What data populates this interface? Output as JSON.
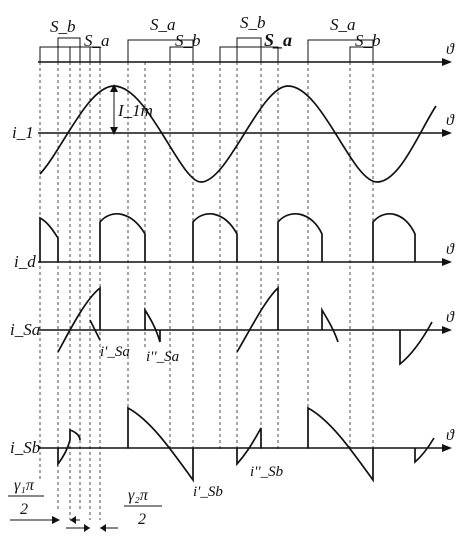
{
  "labels": {
    "gate_sb_1": "S_b",
    "gate_sa_1": "S_a",
    "gate_sa_2": "S_a",
    "gate_sb_2": "S_b",
    "gate_sb_3": "S_b",
    "gate_sa_3": "S_a",
    "gate_sa_4": "S_a",
    "gate_sb_4": "S_b",
    "theta": "ϑ",
    "i1": "i_1",
    "i1m": "I_1m",
    "id": "i_d",
    "isa": "i_Sa",
    "isb": "i_Sb",
    "isa_prime": "i'_Sa",
    "isa_dprime": "i''_Sa",
    "isb_prime": "i'_Sb",
    "isb_dprime": "i''_Sb",
    "gamma1": "γ₁π",
    "gamma2": "γ₂π",
    "two": "2"
  }
}
